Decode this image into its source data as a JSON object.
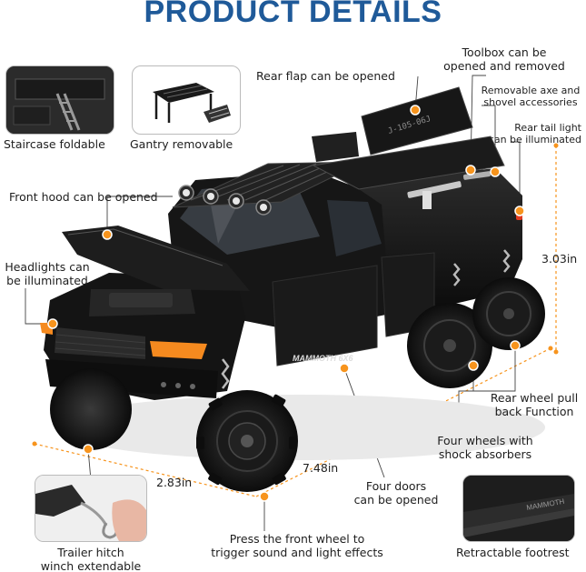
{
  "title": "PRODUCT DETAILS",
  "accent_color": "#f7941d",
  "title_color": "#1f5a99",
  "features": {
    "staircase": "Staircase foldable",
    "gantry": "Gantry removable",
    "rear_flap": "Rear flap can be opened",
    "toolbox": [
      "Toolbox can be",
      "opened and removed"
    ],
    "axe": [
      "Removable axe and",
      "shovel accessories"
    ],
    "tail_light": [
      "Rear tail light",
      "can be illuminated"
    ],
    "front_hood": "Front hood can be opened",
    "headlights": [
      "Headlights can",
      "be illuminated"
    ],
    "pull_back": [
      "Rear wheel pull",
      "back Function"
    ],
    "shock": [
      "Four wheels with",
      "shock absorbers"
    ],
    "doors": [
      "Four doors",
      "can be opened"
    ],
    "front_wheel": [
      "Press the front wheel to",
      "trigger sound and light effects"
    ],
    "trailer": [
      "Trailer hitch",
      "winch extendable"
    ],
    "footrest": "Retractable footrest"
  },
  "dimensions": {
    "height": "3.03in",
    "width": "2.83in",
    "length": "7.48in"
  },
  "vehicle": {
    "badge": "MAMMOTH 6X6",
    "plate": "J-105-06J",
    "step_badge": "MAMMOTH"
  }
}
